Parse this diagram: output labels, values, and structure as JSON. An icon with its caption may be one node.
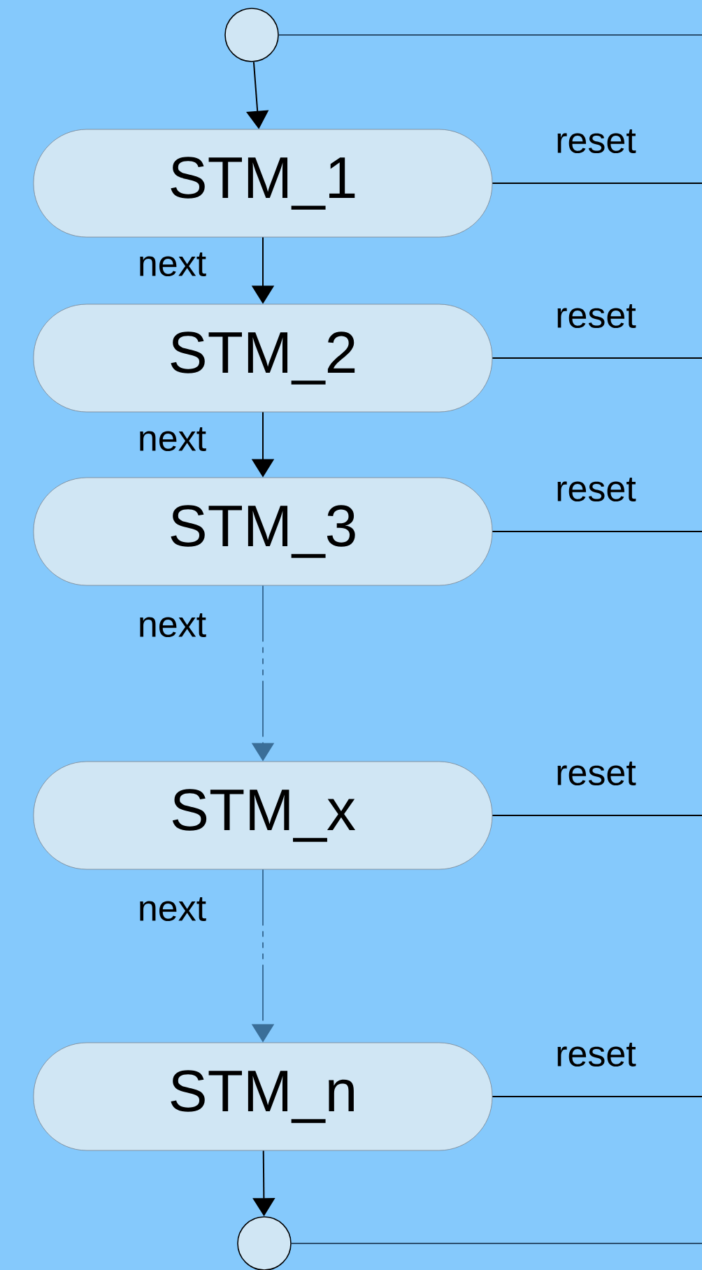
{
  "diagram": {
    "nodes": [
      {
        "text": [],
        "shape": "circle"
      },
      {
        "text": [
          "STM_1"
        ]
      },
      {
        "text": [
          "STM_2"
        ]
      },
      {
        "text": [
          "STM_3"
        ]
      },
      {
        "text": [
          "STM_x"
        ]
      },
      {
        "text": [
          "STM_n"
        ]
      },
      {
        "text": [],
        "shape": "circle"
      }
    ],
    "edges": [
      {
        "from": 0,
        "to": 1,
        "arrow": "to"
      },
      {
        "from": 1,
        "to": 2,
        "arrow": "to",
        "label": "next"
      },
      {
        "from": 2,
        "to": 3,
        "arrow": "to",
        "label": "next"
      },
      {
        "from": 3,
        "to": 4,
        "arrow": "to",
        "label": "next",
        "style": "dashed",
        "color": "#3a6e98"
      },
      {
        "from": 4,
        "to": 5,
        "arrow": "to",
        "label": "next",
        "style": "dashed",
        "color": "#3a6e98"
      },
      {
        "from": 5,
        "to": 6,
        "arrow": "to"
      },
      {
        "from": 0,
        "to": null,
        "arrow": "none",
        "color": "#2c4f6e"
      },
      {
        "from": 1,
        "to": null,
        "arrow": "none",
        "label": "reset"
      },
      {
        "from": 2,
        "to": null,
        "arrow": "none",
        "label": "reset"
      },
      {
        "from": 3,
        "to": null,
        "arrow": "none",
        "label": "reset"
      },
      {
        "from": 4,
        "to": null,
        "arrow": "none",
        "label": "reset"
      },
      {
        "from": 5,
        "to": null,
        "arrow": "none",
        "label": "reset"
      },
      {
        "from": 6,
        "to": null,
        "arrow": "none",
        "color": "#2c4f6e"
      }
    ]
  }
}
